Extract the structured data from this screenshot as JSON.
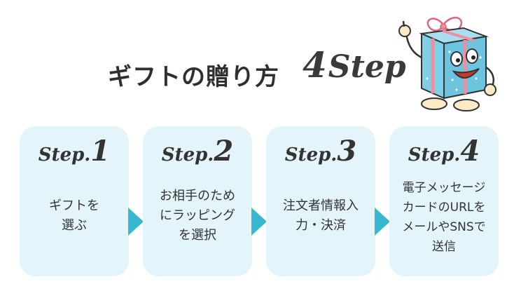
{
  "header": {
    "title": "ギフトの贈り方",
    "step_count_number": "4",
    "step_count_word": "Step"
  },
  "steps": [
    {
      "label": "Step.",
      "number": "1",
      "lines": [
        "ギフトを",
        "選ぶ"
      ]
    },
    {
      "label": "Step.",
      "number": "2",
      "lines": [
        "お相手のため",
        "にラッピング",
        "を選択"
      ]
    },
    {
      "label": "Step.",
      "number": "3",
      "lines": [
        "注文者情報入",
        "力・決済"
      ]
    },
    {
      "label": "Step.",
      "number": "4",
      "lines": [
        "電子メッセージ",
        "カードのURLを",
        "メールやSNSで",
        "送信"
      ]
    }
  ],
  "colors": {
    "card_bg": "#e3f4fa",
    "arrow": "#3ab7cf",
    "text": "#333333",
    "mascot_box": "#7fcfe6",
    "mascot_ribbon": "#ef8e9e"
  },
  "icons": {
    "mascot": "gift-box-mascot-icon",
    "arrow": "right-arrow-icon"
  }
}
